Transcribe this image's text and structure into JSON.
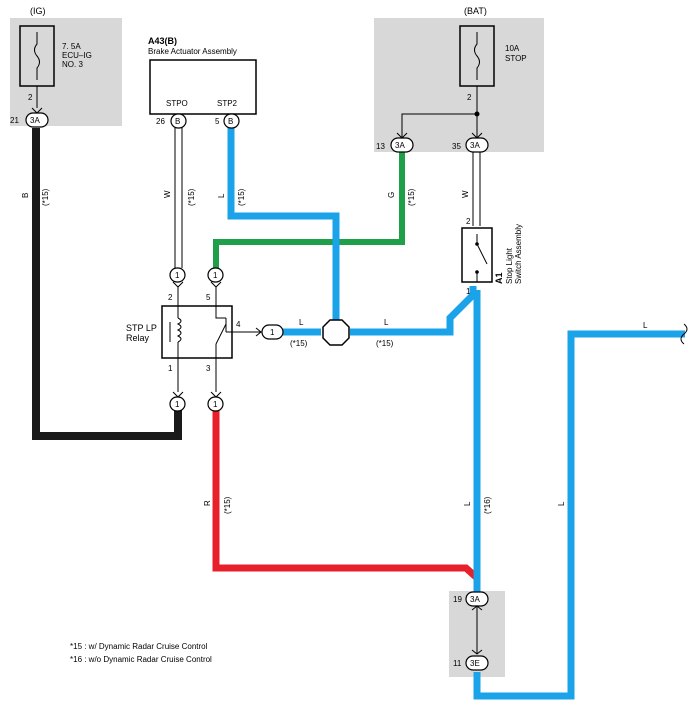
{
  "sources": {
    "ig": {
      "supply": "(IG)",
      "fuse_rating": "7. 5A",
      "fuse_name": "ECU–IG",
      "fuse_no": "NO. 3",
      "pin_out": "2",
      "conn_pin": "21",
      "conn_id": "3A"
    },
    "bat": {
      "supply": "(BAT)",
      "fuse_rating": "10A",
      "fuse_name": "STOP",
      "pin_out": "2",
      "left_pin": "13",
      "left_conn": "3A",
      "right_pin": "35",
      "right_conn": "3A"
    }
  },
  "actuator": {
    "id": "A43(B)",
    "name": "Brake Actuator Assembly",
    "term_stpo": "STPO",
    "term_stp2": "STP2",
    "pin_stpo": "26",
    "pin_stp2": "5",
    "conn_letter": "B"
  },
  "switch": {
    "id": "A1",
    "name_line1": "Stop Light",
    "name_line2": "Switch Assembly",
    "pin_top": "2",
    "pin_bottom": "1"
  },
  "relay": {
    "name_line1": "STP LP",
    "name_line2": "Relay",
    "pin_tl": "2",
    "pin_tr": "5",
    "pin_out": "4",
    "pin_bl": "1",
    "pin_br": "3",
    "conn_no": "1"
  },
  "bottom_connectors": {
    "upper_pin": "19",
    "upper_id": "3A",
    "lower_pin": "11",
    "lower_id": "3E"
  },
  "wire_labels": {
    "black": "B",
    "white": "W",
    "blue": "L",
    "green": "G",
    "red": "R",
    "note15": "(*15)",
    "note16": "(*16)"
  },
  "colors": {
    "black": "#1a1a1a",
    "blue": "#1aa3e8",
    "green": "#1f9f4a",
    "red": "#e8202a",
    "gray_box": "#d8d8d8"
  },
  "legend": {
    "line1": "*15 : w/ Dynamic Radar Cruise Control",
    "line2": "*16 : w/o Dynamic Radar Cruise Control"
  }
}
